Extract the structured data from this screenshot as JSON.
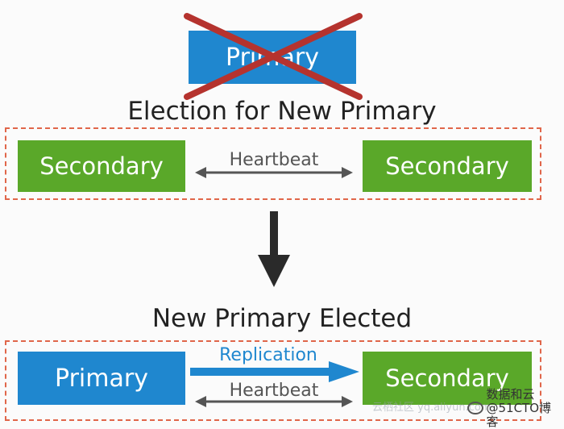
{
  "old_primary": {
    "label": "Primary"
  },
  "section1": {
    "title": "Election for New Primary",
    "left_label": "Secondary",
    "right_label": "Secondary",
    "link_label": "Heartbeat"
  },
  "section2": {
    "title": "New Primary Elected",
    "left_label": "Primary",
    "right_label": "Secondary",
    "replication_label": "Replication",
    "heartbeat_label": "Heartbeat"
  },
  "watermark": {
    "text": "云栖社区 yq.aliyun.com",
    "badge_line1": "数据和云",
    "badge_line2": "@51CTO博客"
  },
  "colors": {
    "primary_blue": "#1f87cf",
    "secondary_green": "#5aa829",
    "cross_red": "#b5332e",
    "dash_orange": "#e0664a",
    "arrow_gray": "#555555"
  }
}
